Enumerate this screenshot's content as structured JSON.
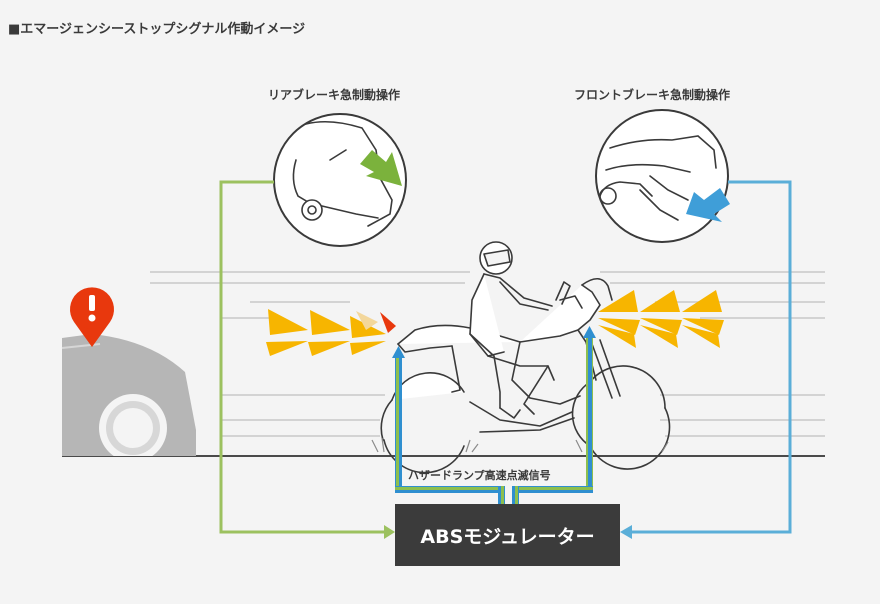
{
  "title": "■エマージェンシーストップシグナル作動イメージ",
  "rear_brake": {
    "label": "リアブレーキ急制動操作"
  },
  "front_brake": {
    "label": "フロントブレーキ急制動操作"
  },
  "hazard_signal": {
    "label": "ハザードランプ高速点滅信号"
  },
  "abs_module": {
    "label": "ABSモジュレーター"
  },
  "colors": {
    "rear_line": "#9cc15f",
    "front_line": "#5aaed8",
    "signal_blue": "#2f8fd0",
    "signal_green": "#8dbf4e",
    "flash_yellow": "#f7b500",
    "warning_red": "#e8380d",
    "abs_box": "#3b3b3b"
  },
  "icons": [
    "warning-pin-icon",
    "green-arrow-icon",
    "blue-arrow-icon"
  ]
}
